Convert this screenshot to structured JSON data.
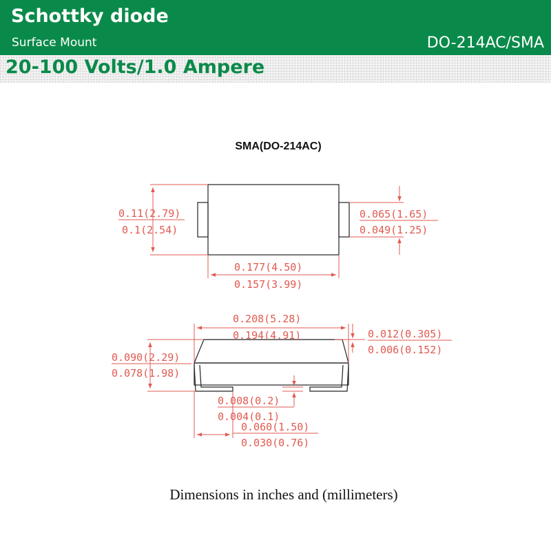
{
  "header": {
    "title": "Schottky diode",
    "subtitle": "Surface Mount",
    "package": "DO-214AC/SMA",
    "rating": "20-100 Volts/1.0 Ampere",
    "banner_color": "#0a8a4a"
  },
  "drawing": {
    "package_title": "SMA(DO-214AC)",
    "dim_color": "#e05a50",
    "top_view": {
      "height_max": "0.11(2.79)",
      "height_min": "0.1(2.54)",
      "lead_width_max": "0.065(1.65)",
      "lead_width_min": "0.049(1.25)",
      "body_length_max": "0.177(4.50)",
      "body_length_min": "0.157(3.99)"
    },
    "side_view": {
      "overall_length_max": "0.208(5.28)",
      "overall_length_min": "0.194(4.91)",
      "lead_thickness_max": "0.012(0.305)",
      "lead_thickness_min": "0.006(0.152)",
      "overall_height_max": "0.090(2.29)",
      "overall_height_min": "0.078(1.98)",
      "standoff_max": "0.008(0.2)",
      "standoff_min": "0.004(0.1)",
      "lead_length_max": "0.060(1.50)",
      "lead_length_min": "0.030(0.76)"
    },
    "caption": "Dimensions in inches and (millimeters)"
  }
}
